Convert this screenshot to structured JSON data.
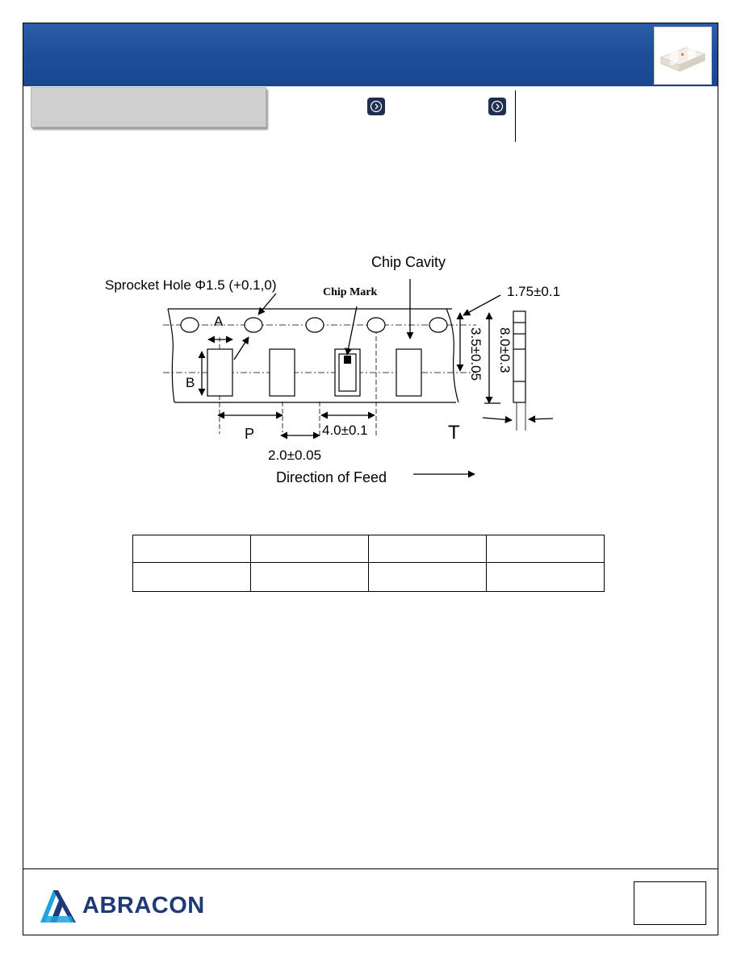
{
  "brand": {
    "logo_text": "ABRACON",
    "accent_color": "#1f4f9a"
  },
  "header": {
    "nav_icons": [
      "chevron-right-icon",
      "chevron-right-icon"
    ]
  },
  "tape_diagram": {
    "labels": {
      "chip_cavity": "Chip Cavity",
      "sprocket_hole": "Sprocket Hole Φ1.5 (+0.1,0)",
      "chip_mark": "Chip Mark",
      "edge_offset": "1.75±0.1",
      "dim_a": "A",
      "dim_b": "B",
      "dim_p": "P",
      "dim_t": "T",
      "hole_pitch": "4.0±0.1",
      "hole_to_cavity": "2.0±0.05",
      "hole_to_center": "3.5±0.05",
      "tape_width": "8.0±0.3",
      "feed_direction": "Direction of Feed"
    }
  },
  "table": {
    "rows": [
      [
        "",
        "",
        "",
        ""
      ],
      [
        "",
        "",
        "",
        ""
      ]
    ]
  }
}
